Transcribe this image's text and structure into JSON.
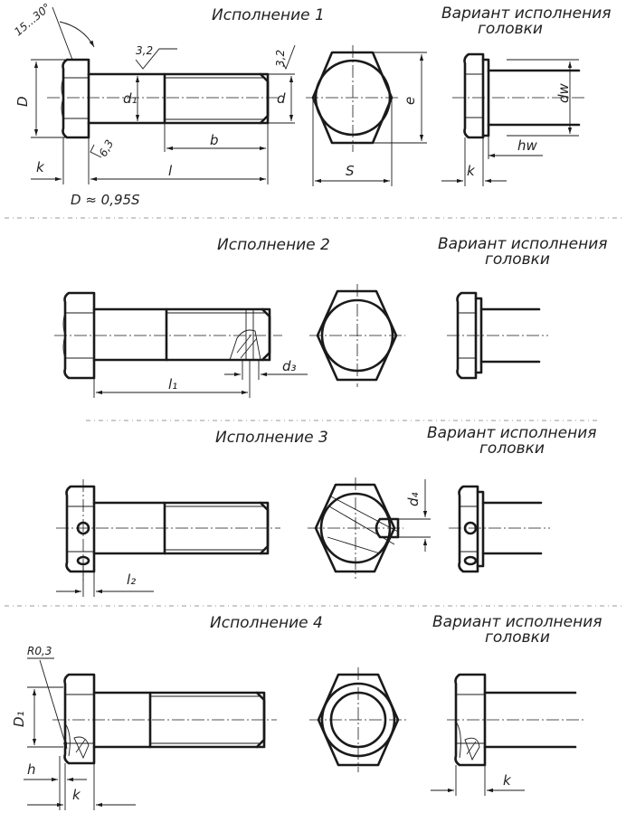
{
  "sections": [
    {
      "title": "Исполнение 1",
      "variant_title_line1": "Вариант исполнения",
      "variant_title_line2": "головки"
    },
    {
      "title": "Исполнение 2",
      "variant_title_line1": "Вариант исполнения",
      "variant_title_line2": "головки"
    },
    {
      "title": "Исполнение 3",
      "variant_title_line1": "Вариант исполнения",
      "variant_title_line2": "головки"
    },
    {
      "title": "Исполнение 4",
      "variant_title_line1": "Вариант исполнения",
      "variant_title_line2": "головки"
    }
  ],
  "labels": {
    "angle": "15...30°",
    "rough1": "3,2",
    "rough2": "3,2",
    "rough3": "6,3",
    "D": "D",
    "d1": "d₁",
    "d": "d",
    "b": "b",
    "l": "l",
    "k": "k",
    "e": "e",
    "S": "S",
    "dw": "dw",
    "hw": "hw",
    "formula": "D  ≈ 0,95S",
    "l1": "l₁",
    "d3": "d₃",
    "l2": "l₂",
    "d4": "d₄",
    "R": "R0,3",
    "D1": "D₁",
    "h": "h"
  }
}
